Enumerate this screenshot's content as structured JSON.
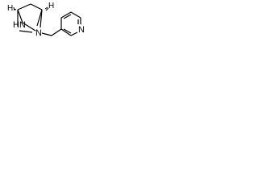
{
  "structure": {
    "atoms": {
      "amine_n_top": "N",
      "amine_h": "H",
      "amine_n_bottom": "N",
      "pyridine_n": "N"
    },
    "stereo_h": {
      "left": "H",
      "right": "H"
    }
  },
  "colors": {
    "bond": "#000000",
    "background": "#ffffff"
  }
}
